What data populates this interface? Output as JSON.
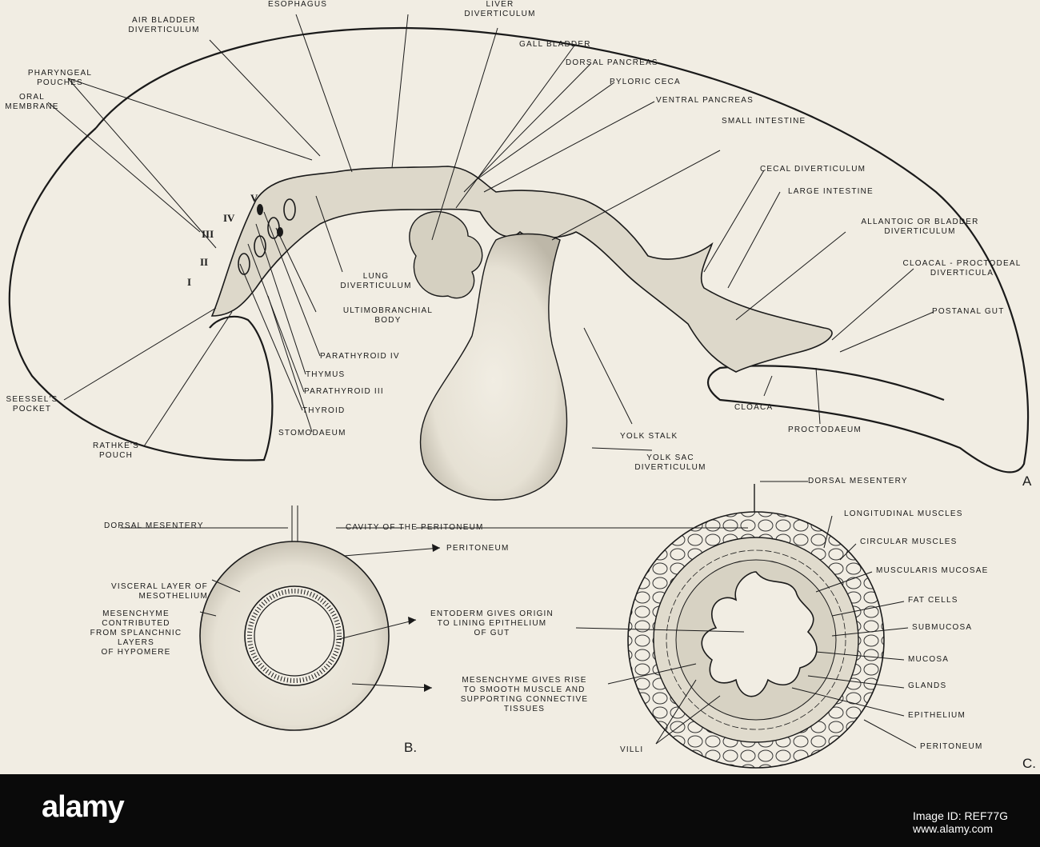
{
  "labels": {
    "esophagus": "ESOPHAGUS",
    "air_bladder": "AIR BLADDER\nDIVERTICULUM",
    "liver": "LIVER\nDIVERTICULUM",
    "gall_bladder": "GALL BLADDER",
    "dorsal_pancreas": "DORSAL PANCREAS",
    "pyloric_ceca": "PYLORIC CECA",
    "ventral_pancreas": "VENTRAL PANCREAS",
    "small_intestine": "SMALL INTESTINE",
    "cecal_diverticulum": "CECAL DIVERTICULUM",
    "large_intestine": "LARGE INTESTINE",
    "allantoic": "ALLANTOIC OR BLADDER\nDIVERTICULUM",
    "cloacal_proctodeal": "CLOACAL - PROCTODEAL\nDIVERTICULA",
    "postanal_gut": "POSTANAL GUT",
    "pharyngeal_pouches": "PHARYNGEAL\nPOUCHES",
    "oral_membrane": "ORAL\nMEMBRANE",
    "lung_diverticulum": "LUNG\nDIVERTICULUM",
    "ultimobranchial": "ULTIMOBRANCHIAL\nBODY",
    "parathyroid_iv": "PARATHYROID IV",
    "thymus": "THYMUS",
    "parathyroid_iii": "PARATHYROID III",
    "thyroid": "THYROID",
    "stomodaeum": "STOMODAEUM",
    "seessels_pocket": "SEESSEL'S\nPOCKET",
    "rathkes_pouch": "RATHKE'S\nPOUCH",
    "cloaca": "CLOACA",
    "proctodaeum": "PROCTODAEUM",
    "yolk_stalk": "YOLK STALK",
    "yolk_sac_diverticulum": "YOLK SAC\nDIVERTICULUM",
    "dorsal_mesentery_b": "DORSAL MESENTERY",
    "cavity_peritoneum": "CAVITY OF THE PERITONEUM",
    "peritoneum_b": "PERITONEUM",
    "visceral_layer": "VISCERAL LAYER OF\nMESOTHELIUM",
    "mesenchyme_contrib": "MESENCHYME\nCONTRIBUTED\nFROM SPLANCHNIC\nLAYERS\nOF HYPOMERE",
    "entoderm": "ENTODERM GIVES ORIGIN\nTO LINING EPITHELIUM\nOF GUT",
    "mesenchyme_rise": "MESENCHYME GIVES RISE\nTO SMOOTH MUSCLE AND\nSUPPORTING CONNECTIVE\nTISSUES",
    "dorsal_mesentery_c": "DORSAL MESENTERY",
    "longitudinal_muscles": "LONGITUDINAL MUSCLES",
    "circular_muscles": "CIRCULAR MUSCLES",
    "muscularis_mucosae": "MUSCULARIS MUCOSAE",
    "fat_cells": "FAT CELLS",
    "submucosa": "SUBMUCOSA",
    "mucosa": "MUCOSA",
    "glands": "GLANDS",
    "epithelium": "EPITHELIUM",
    "peritoneum_c": "PERITONEUM",
    "villi": "VILLI"
  },
  "roman": {
    "i": "I",
    "ii": "II",
    "iii": "III",
    "iv": "IV",
    "v": "V"
  },
  "panels": {
    "a": "A",
    "b": "B.",
    "c": "C."
  },
  "watermark": "alamy",
  "banner": {
    "logo": "alamy",
    "caption_line1": "Image ID: REF77G",
    "caption_line2": "www.alamy.com"
  }
}
